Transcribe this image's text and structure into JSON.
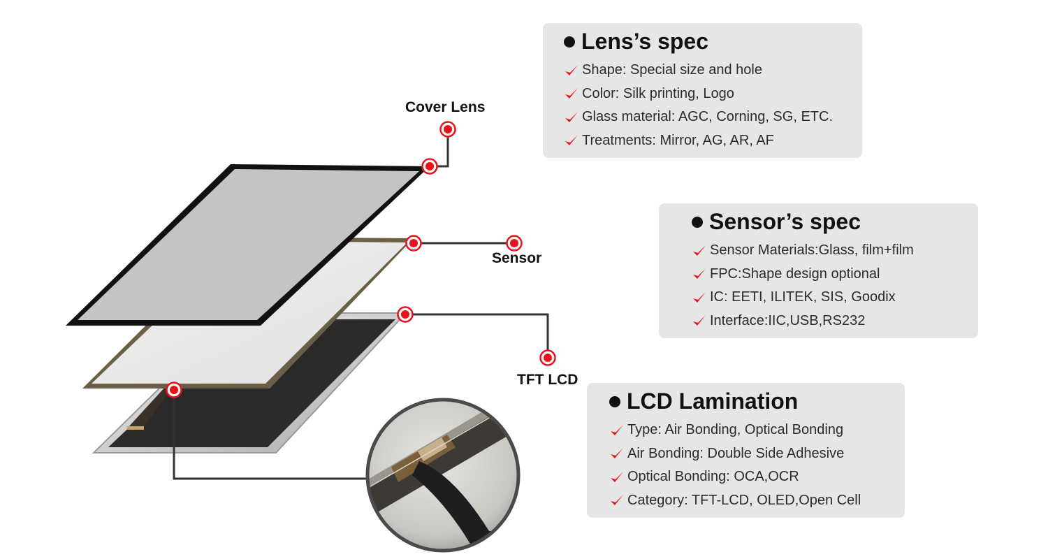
{
  "labels": {
    "cover_lens": "Cover Lens",
    "sensor": "Sensor",
    "tft_lcd": "TFT LCD"
  },
  "specs": {
    "lens": {
      "title": "Lens’s spec",
      "items": [
        "Shape: Special size and hole",
        "Color: Silk printing, Logo",
        "Glass material: AGC, Corning, SG, ETC.",
        "Treatments: Mirror, AG, AR, AF"
      ]
    },
    "sensor": {
      "title": "Sensor’s spec",
      "items": [
        "Sensor Materials:Glass, film+film",
        "FPC:Shape design optional",
        "IC: EETI, ILITEK, SIS, Goodix",
        "Interface:IIC,USB,RS232"
      ]
    },
    "lcd": {
      "title": "LCD Lamination",
      "items": [
        "Type: Air Bonding, Optical Bonding",
        "Air Bonding: Double Side Adhesive",
        "Optical Bonding: OCA,OCR",
        "Category: TFT-LCD, OLED,Open Cell"
      ]
    }
  },
  "icons": {
    "bullet": "bullet-dot-icon",
    "check": "red-check-icon",
    "callout": "red-target-marker-icon"
  },
  "colors": {
    "accent_red": "#e8121b",
    "card_bg": "#e6e6e6",
    "frame_black": "#111111",
    "lcd_panel": "#2a2a2a"
  }
}
